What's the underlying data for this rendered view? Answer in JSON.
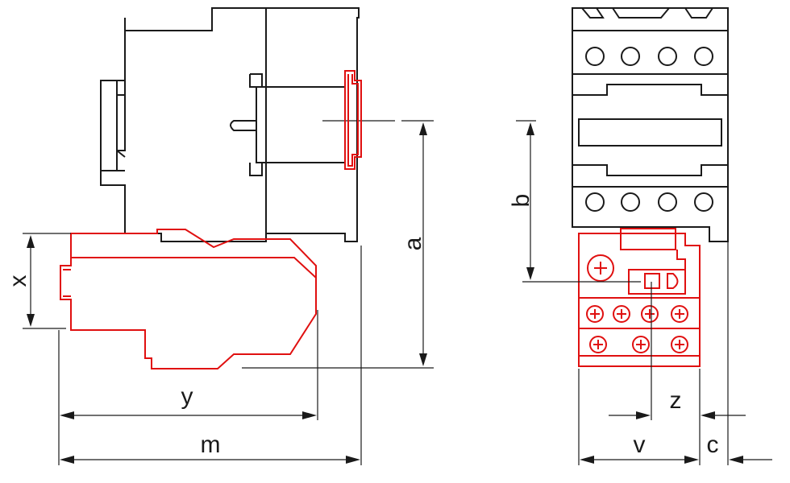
{
  "labels": {
    "a": "a",
    "b": "b",
    "x": "x",
    "y": "y",
    "m": "m",
    "z": "z",
    "v": "v",
    "c": "c"
  },
  "colors": {
    "outline": "#1a1a1a",
    "relay": "#e01010",
    "background": "#ffffff"
  }
}
